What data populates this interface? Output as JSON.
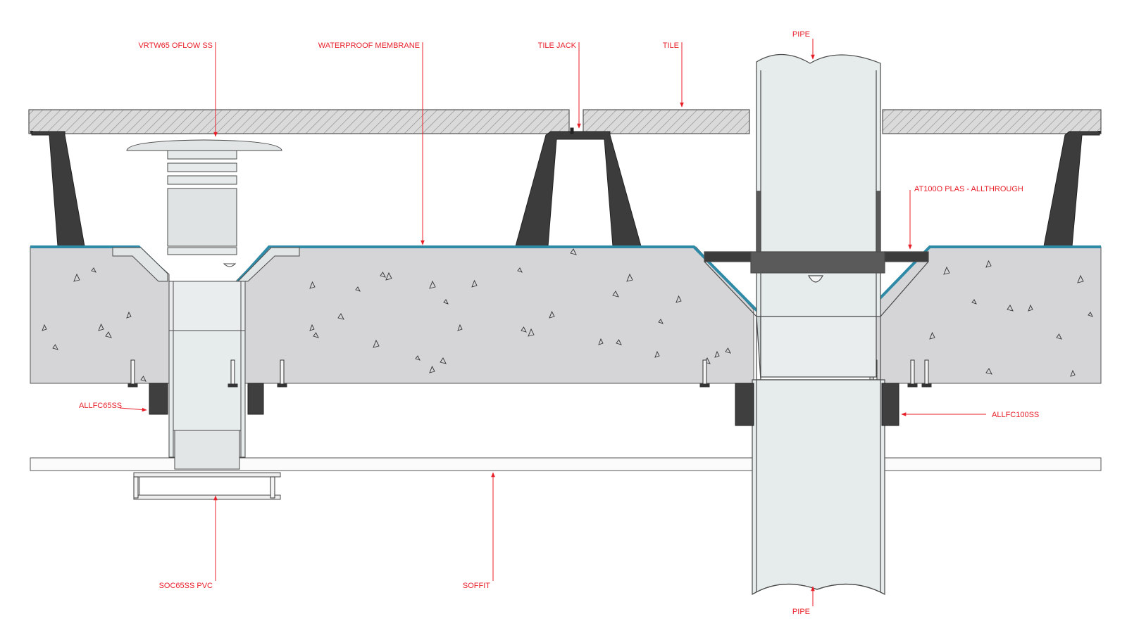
{
  "colors": {
    "label": "#e8202a",
    "membrane": "#2e8aa6",
    "slab": "#d5d5d7",
    "tile": "#dadada",
    "jack": "#3c3c3c",
    "pipe": "#e6ecec",
    "outline": "#4a4a4a"
  },
  "labels": {
    "vrtw65": "VRTW65 OFLOW SS",
    "membrane": "WATERPROOF MEMBRANE",
    "tile_jack": "TILE JACK",
    "tile": "TILE",
    "pipe_top": "PIPE",
    "at100": "AT100O PLAS - ALLTHROUGH",
    "allfc65": "ALLFC65SS",
    "allfc100": "ALLFC100SS",
    "soc65": "SOC65SS PVC",
    "soffit": "SOFFIT",
    "pipe_bottom": "PIPE"
  }
}
